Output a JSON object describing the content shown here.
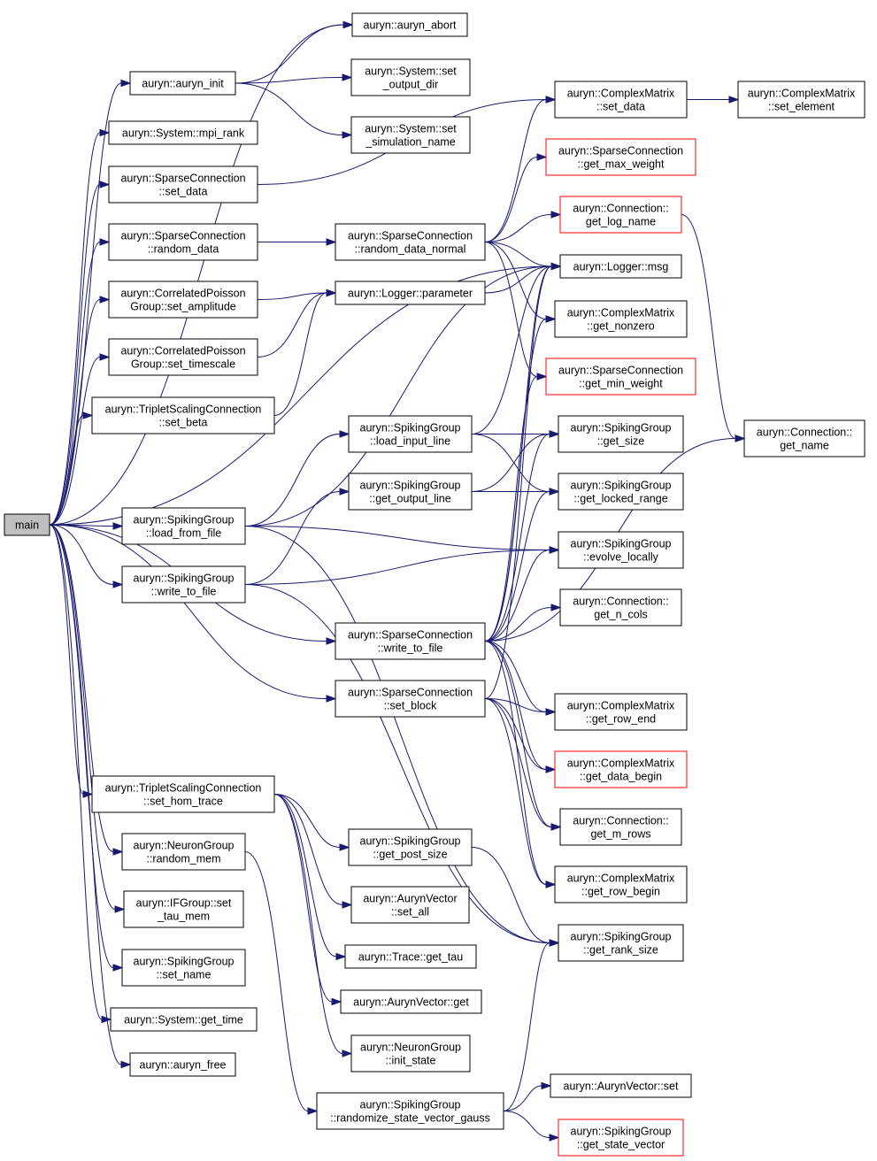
{
  "colors": {
    "edge": "#191970",
    "node_border": "#000000",
    "truncated_border": "#ff0000",
    "root_fill": "#bfbfbf"
  },
  "nodes": [
    {
      "id": "main",
      "lines": [
        "main"
      ]
    },
    {
      "id": "abort",
      "lines": [
        "auryn::auryn_abort"
      ]
    },
    {
      "id": "init",
      "lines": [
        "auryn::auryn_init"
      ]
    },
    {
      "id": "outdir",
      "lines": [
        "auryn::System::set",
        "_output_dir"
      ]
    },
    {
      "id": "simname",
      "lines": [
        "auryn::System::set",
        "_simulation_name"
      ]
    },
    {
      "id": "mpirank",
      "lines": [
        "auryn::System::mpi_rank"
      ]
    },
    {
      "id": "sc_setdata",
      "lines": [
        "auryn::SparseConnection",
        "::set_data"
      ]
    },
    {
      "id": "sc_randdata",
      "lines": [
        "auryn::SparseConnection",
        "::random_data"
      ]
    },
    {
      "id": "cpg_amp",
      "lines": [
        "auryn::CorrelatedPoisson",
        "Group::set_amplitude"
      ]
    },
    {
      "id": "cpg_ts",
      "lines": [
        "auryn::CorrelatedPoisson",
        "Group::set_timescale"
      ]
    },
    {
      "id": "tsc_beta",
      "lines": [
        "auryn::TripletScalingConnection",
        "::set_beta"
      ]
    },
    {
      "id": "sg_load",
      "lines": [
        "auryn::SpikingGroup",
        "::load_from_file"
      ]
    },
    {
      "id": "sg_write",
      "lines": [
        "auryn::SpikingGroup",
        "::write_to_file"
      ]
    },
    {
      "id": "tsc_hom",
      "lines": [
        "auryn::TripletScalingConnection",
        "::set_hom_trace"
      ]
    },
    {
      "id": "ng_randmem",
      "lines": [
        "auryn::NeuronGroup",
        "::random_mem"
      ]
    },
    {
      "id": "if_tau",
      "lines": [
        "auryn::IFGroup::set",
        "_tau_mem"
      ]
    },
    {
      "id": "sg_name",
      "lines": [
        "auryn::SpikingGroup",
        "::set_name"
      ]
    },
    {
      "id": "gettime",
      "lines": [
        "auryn::System::get_time"
      ]
    },
    {
      "id": "free",
      "lines": [
        "auryn::auryn_free"
      ]
    },
    {
      "id": "sc_rdn",
      "lines": [
        "auryn::SparseConnection",
        "::random_data_normal"
      ]
    },
    {
      "id": "logparam",
      "lines": [
        "auryn::Logger::parameter"
      ]
    },
    {
      "id": "sg_loadin",
      "lines": [
        "auryn::SpikingGroup",
        "::load_input_line"
      ]
    },
    {
      "id": "sg_getout",
      "lines": [
        "auryn::SpikingGroup",
        "::get_output_line"
      ]
    },
    {
      "id": "sc_wtf",
      "lines": [
        "auryn::SparseConnection",
        "::write_to_file"
      ]
    },
    {
      "id": "sc_block",
      "lines": [
        "auryn::SparseConnection",
        "::set_block"
      ]
    },
    {
      "id": "sg_postsize",
      "lines": [
        "auryn::SpikingGroup",
        "::get_post_size"
      ]
    },
    {
      "id": "av_setall",
      "lines": [
        "auryn::AurynVector",
        "::set_all"
      ]
    },
    {
      "id": "trace_tau",
      "lines": [
        "auryn::Trace::get_tau"
      ]
    },
    {
      "id": "av_get",
      "lines": [
        "auryn::AurynVector::get"
      ]
    },
    {
      "id": "ng_init",
      "lines": [
        "auryn::NeuronGroup",
        "::init_state"
      ]
    },
    {
      "id": "sg_rsvg",
      "lines": [
        "auryn::SpikingGroup",
        "::randomize_state_vector_gauss"
      ]
    },
    {
      "id": "cm_setdata",
      "lines": [
        "auryn::ComplexMatrix",
        "::set_data"
      ]
    },
    {
      "id": "cm_setel",
      "lines": [
        "auryn::ComplexMatrix",
        "::set_element"
      ]
    },
    {
      "id": "sc_maxw",
      "lines": [
        "auryn::SparseConnection",
        "::get_max_weight"
      ]
    },
    {
      "id": "c_logname",
      "lines": [
        "auryn::Connection::",
        "get_log_name"
      ]
    },
    {
      "id": "logmsg",
      "lines": [
        "auryn::Logger::msg"
      ]
    },
    {
      "id": "cm_nonzero",
      "lines": [
        "auryn::ComplexMatrix",
        "::get_nonzero"
      ]
    },
    {
      "id": "sc_minw",
      "lines": [
        "auryn::SparseConnection",
        "::get_min_weight"
      ]
    },
    {
      "id": "sg_size",
      "lines": [
        "auryn::SpikingGroup",
        "::get_size"
      ]
    },
    {
      "id": "sg_locked",
      "lines": [
        "auryn::SpikingGroup",
        "::get_locked_range"
      ]
    },
    {
      "id": "sg_evolve",
      "lines": [
        "auryn::SpikingGroup",
        "::evolve_locally"
      ]
    },
    {
      "id": "c_ncols",
      "lines": [
        "auryn::Connection::",
        "get_n_cols"
      ]
    },
    {
      "id": "cm_rowend",
      "lines": [
        "auryn::ComplexMatrix",
        "::get_row_end"
      ]
    },
    {
      "id": "cm_databegin",
      "lines": [
        "auryn::ComplexMatrix",
        "::get_data_begin"
      ]
    },
    {
      "id": "c_mrows",
      "lines": [
        "auryn::Connection::",
        "get_m_rows"
      ]
    },
    {
      "id": "cm_rowbegin",
      "lines": [
        "auryn::ComplexMatrix",
        "::get_row_begin"
      ]
    },
    {
      "id": "sg_ranksize",
      "lines": [
        "auryn::SpikingGroup",
        "::get_rank_size"
      ]
    },
    {
      "id": "av_set",
      "lines": [
        "auryn::AurynVector::set"
      ]
    },
    {
      "id": "sg_statevec",
      "lines": [
        "auryn::SpikingGroup",
        "::get_state_vector"
      ]
    },
    {
      "id": "c_getname",
      "lines": [
        "auryn::Connection::",
        "get_name"
      ]
    }
  ],
  "edges": [
    [
      "main",
      "abort"
    ],
    [
      "main",
      "init"
    ],
    [
      "main",
      "mpirank"
    ],
    [
      "main",
      "sc_setdata"
    ],
    [
      "main",
      "sc_randdata"
    ],
    [
      "main",
      "cpg_amp"
    ],
    [
      "main",
      "cpg_ts"
    ],
    [
      "main",
      "tsc_beta"
    ],
    [
      "main",
      "sg_load"
    ],
    [
      "main",
      "sg_write"
    ],
    [
      "main",
      "tsc_hom"
    ],
    [
      "main",
      "ng_randmem"
    ],
    [
      "main",
      "if_tau"
    ],
    [
      "main",
      "sg_name"
    ],
    [
      "main",
      "gettime"
    ],
    [
      "main",
      "free"
    ],
    [
      "main",
      "logmsg"
    ],
    [
      "main",
      "sc_wtf"
    ],
    [
      "main",
      "sc_block"
    ],
    [
      "init",
      "abort"
    ],
    [
      "init",
      "outdir"
    ],
    [
      "init",
      "simname"
    ],
    [
      "sc_setdata",
      "cm_setdata"
    ],
    [
      "sc_randdata",
      "sc_rdn"
    ],
    [
      "cpg_amp",
      "logparam"
    ],
    [
      "cpg_ts",
      "logparam"
    ],
    [
      "tsc_beta",
      "logparam"
    ],
    [
      "sg_load",
      "sg_loadin"
    ],
    [
      "sg_load",
      "logmsg"
    ],
    [
      "sg_load",
      "sg_evolve"
    ],
    [
      "sg_load",
      "sg_ranksize"
    ],
    [
      "sg_write",
      "sg_getout"
    ],
    [
      "sg_write",
      "sg_evolve"
    ],
    [
      "sg_write",
      "sg_ranksize"
    ],
    [
      "tsc_hom",
      "sg_postsize"
    ],
    [
      "tsc_hom",
      "av_setall"
    ],
    [
      "tsc_hom",
      "trace_tau"
    ],
    [
      "tsc_hom",
      "av_get"
    ],
    [
      "tsc_hom",
      "ng_init"
    ],
    [
      "ng_randmem",
      "sg_rsvg"
    ],
    [
      "sc_rdn",
      "cm_setdata"
    ],
    [
      "sc_rdn",
      "sc_maxw"
    ],
    [
      "sc_rdn",
      "c_logname"
    ],
    [
      "sc_rdn",
      "logmsg"
    ],
    [
      "sc_rdn",
      "cm_nonzero"
    ],
    [
      "sc_rdn",
      "sc_minw"
    ],
    [
      "logparam",
      "logmsg"
    ],
    [
      "sg_loadin",
      "sg_size"
    ],
    [
      "sg_loadin",
      "sg_locked"
    ],
    [
      "sg_loadin",
      "logmsg"
    ],
    [
      "sg_getout",
      "sg_size"
    ],
    [
      "sg_getout",
      "sg_locked"
    ],
    [
      "sc_wtf",
      "c_ncols"
    ],
    [
      "sc_wtf",
      "c_getname"
    ],
    [
      "sc_wtf",
      "cm_rowend"
    ],
    [
      "sc_wtf",
      "cm_databegin"
    ],
    [
      "sc_wtf",
      "c_mrows"
    ],
    [
      "sc_wtf",
      "cm_rowbegin"
    ],
    [
      "sc_wtf",
      "logmsg"
    ],
    [
      "sc_wtf",
      "cm_nonzero"
    ],
    [
      "sc_wtf",
      "sc_minw"
    ],
    [
      "sc_wtf",
      "sg_evolve"
    ],
    [
      "sc_wtf",
      "sg_locked"
    ],
    [
      "sc_wtf",
      "sg_size"
    ],
    [
      "sc_block",
      "cm_rowend"
    ],
    [
      "sc_block",
      "cm_databegin"
    ],
    [
      "sc_block",
      "c_mrows"
    ],
    [
      "sc_block",
      "cm_rowbegin"
    ],
    [
      "sc_block",
      "logmsg"
    ],
    [
      "sg_postsize",
      "sg_ranksize"
    ],
    [
      "sg_rsvg",
      "av_set"
    ],
    [
      "sg_rsvg",
      "sg_statevec"
    ],
    [
      "sg_rsvg",
      "sg_ranksize"
    ],
    [
      "cm_setdata",
      "cm_setel"
    ],
    [
      "c_logname",
      "c_getname"
    ]
  ]
}
